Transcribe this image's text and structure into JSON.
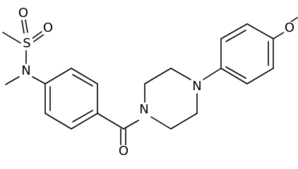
{
  "molecule": {
    "atoms": {
      "sulfur": "S",
      "oxygen_sulfonyl_left": "O",
      "oxygen_sulfonyl_right": "O",
      "nitrogen_sulfonamide": "N",
      "nitrogen_piperazine_left": "N",
      "nitrogen_piperazine_right": "N",
      "oxygen_carbonyl": "O",
      "oxygen_methoxy": "O"
    }
  },
  "colors": {
    "background": "#ffffff",
    "bonds": "#000000",
    "labels": "#000000"
  }
}
